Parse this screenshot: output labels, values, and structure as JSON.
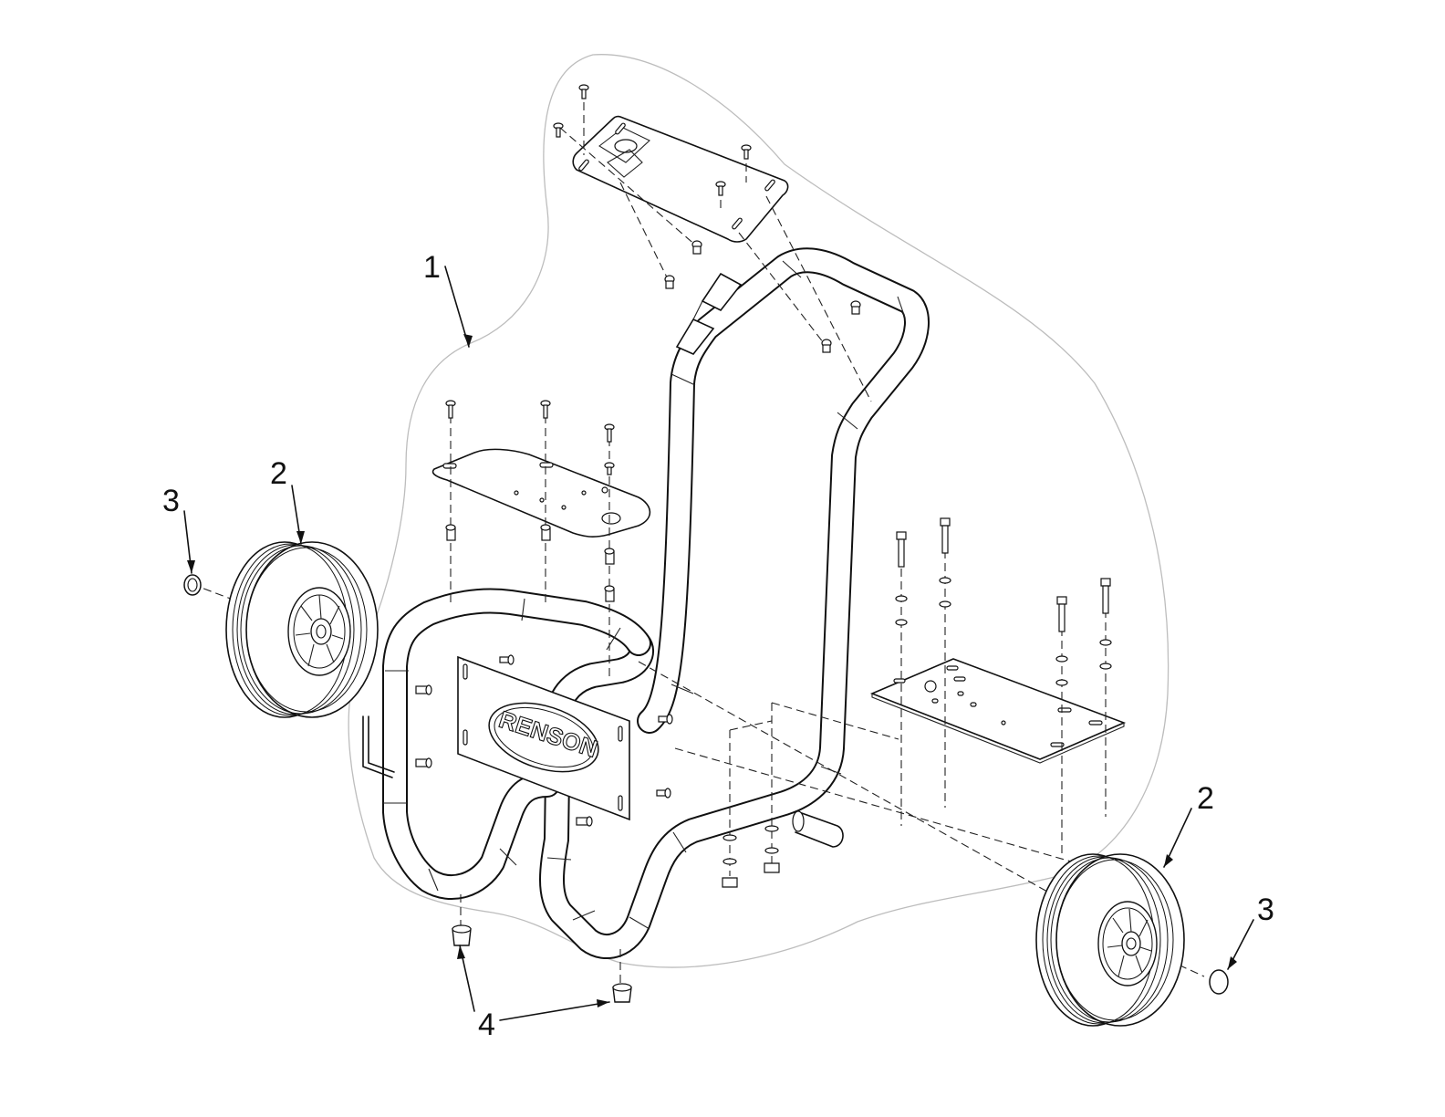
{
  "diagram": {
    "logo_text": "RENSON",
    "callouts": [
      {
        "id": "c1",
        "text": "1"
      },
      {
        "id": "c2a",
        "text": "2"
      },
      {
        "id": "c3a",
        "text": "3"
      },
      {
        "id": "c2b",
        "text": "2"
      },
      {
        "id": "c3b",
        "text": "3"
      },
      {
        "id": "c4",
        "text": "4"
      }
    ]
  }
}
